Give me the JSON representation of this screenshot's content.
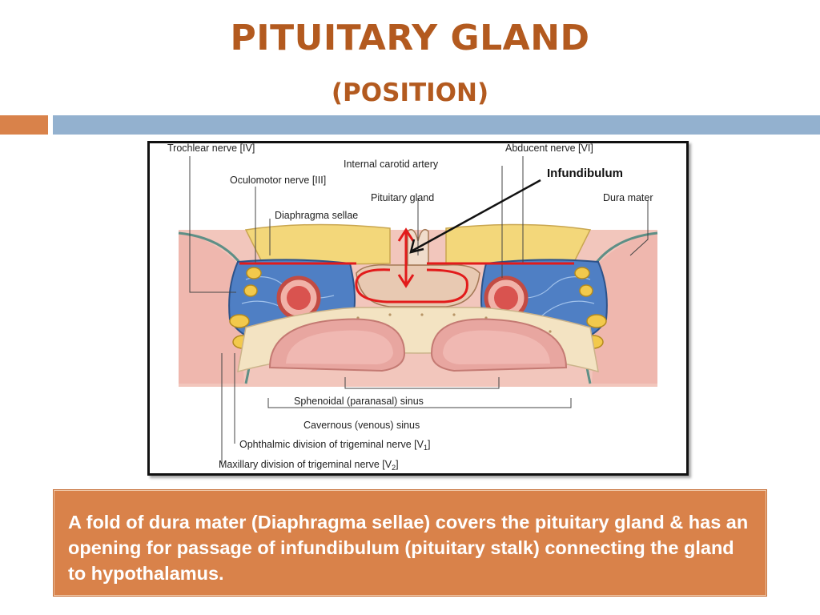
{
  "slide": {
    "title": "PITUITARY GLAND",
    "subtitle": "(POSITION)"
  },
  "diagram": {
    "labels": {
      "trochlear": "Trochlear nerve [IV]",
      "internal_carotid": "Internal carotid artery",
      "abducent": "Abducent nerve [VI]",
      "infundibulum": "Infundibulum",
      "oculomotor": "Oculomotor nerve [III]",
      "pituitary": "Pituitary gland",
      "dura": "Dura mater",
      "diaphragma": "Diaphragma sellae",
      "sphenoidal": "Sphenoidal (paranasal) sinus",
      "cavernous": "Cavernous (venous) sinus",
      "ophthalmic": "Ophthalmic division of trigeminal nerve [V",
      "ophthalmic_sub": "1",
      "ophthalmic_end": "]",
      "maxillary": "Maxillary division of trigeminal nerve [V",
      "maxillary_sub": "2",
      "maxillary_end": "]"
    },
    "colors": {
      "venous_blue": "#4f7fc4",
      "bone": "#f3e3c2",
      "tissue_pink": "#e8a6a0",
      "artery_red": "#d9534f",
      "nerve_yellow": "#f2c94c",
      "annotation_red": "#e21b1b"
    }
  },
  "callout": {
    "text": "A fold of dura mater (Diaphragma sellae) covers the pituitary gland & has an opening for passage of infundibulum (pituitary stalk) connecting the gland to hypothalamus."
  },
  "theme": {
    "title_color": "#b35a1f",
    "accent_orange": "#d9824a",
    "accent_blue": "#93b1cf"
  }
}
